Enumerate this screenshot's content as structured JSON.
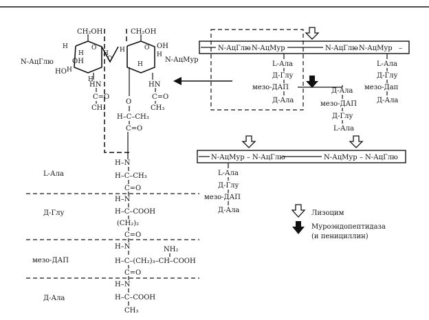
{
  "monomer": {
    "left_label": "N-АцГлю",
    "right_label": "N-АцМур",
    "ring1": {
      "ch2oh": "CH₂OH",
      "h_labels": [
        "H",
        "H",
        "H",
        "H",
        "H"
      ],
      "ho": "HO",
      "oh": "OH",
      "o": "O",
      "hn": "HN",
      "c_eq_o": "C=O",
      "ch3": "CH₃"
    },
    "ring2": {
      "ch2oh": "CH₂OH",
      "oh": "OH",
      "h_labels": [
        "H",
        "H",
        "H"
      ],
      "o_ring": "O",
      "hn": "HN",
      "c_eq_o": "C=O",
      "ch3": "CH₃"
    },
    "lactyl": {
      "o": "O",
      "hc": "H–C–CH₃",
      "co": "C=O"
    }
  },
  "peptide": {
    "residues": [
      {
        "name": "L-Ала",
        "line1": "H–N",
        "line2": "H–C–CH₃",
        "line3": "C=O"
      },
      {
        "name": "Д-Глу",
        "line1": "H–N",
        "line2": "H–C–COOH",
        "line3": "(CH₂)₂",
        "line4": "C=O"
      },
      {
        "name": "мезо-ДАП",
        "line1": "H–N",
        "nh2": "NH₂",
        "line2": "H–C–(CH₂)₃–CH–COOH",
        "line3": "C=O"
      },
      {
        "name": "Д-Ала",
        "line1": "H–N",
        "line2": "H–C–COOH",
        "line3": "CH₃"
      }
    ]
  },
  "scheme_top": {
    "chain": [
      "N-АцГлю",
      "–",
      "N-АцМур",
      "N-АцГлю",
      "–",
      "N-АцМур",
      "–"
    ],
    "stem_left": [
      "L-Ала",
      "Д-Глу",
      "мезо-ДАП",
      "Д-Ала"
    ],
    "stem_right": [
      "L-Ала",
      "Д-Глу",
      "мезо-Дап",
      "Д-Ала"
    ],
    "cross": [
      "Д-Ала",
      "мезо-ДАП",
      "Д-Глу",
      "L-Ала"
    ]
  },
  "scheme_bottom": {
    "chain": [
      "N-АцМур",
      "–",
      "N-АцГлю",
      "N-АцМур",
      "–",
      "N-АцГлю"
    ],
    "stem": [
      "L-Ала",
      "Д-Глу",
      "мезо-ДАП",
      "Д-Ала"
    ]
  },
  "legend": {
    "lysozyme": "Лизоцим",
    "murein_line1": "Муроэндопептидаза",
    "murein_line2": "(и пенициллин)"
  },
  "colors": {
    "ink": "#111111",
    "background": "#ffffff"
  }
}
